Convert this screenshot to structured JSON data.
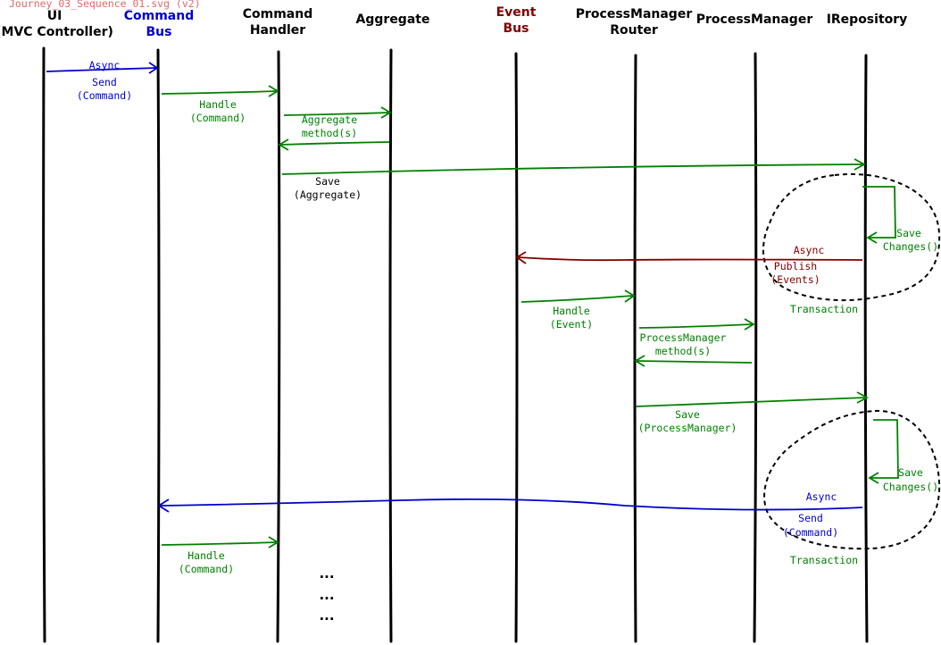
{
  "watermark": "Journey_03_Sequence_01.svg (v2)",
  "colors": {
    "black": "#000000",
    "blue": "#0000cc",
    "green": "#008000",
    "maroon": "#800000"
  },
  "participants": [
    {
      "id": "ui",
      "lines": [
        "UI",
        "(MVC Controller)"
      ],
      "color": "#000000"
    },
    {
      "id": "command-bus",
      "lines": [
        "Command",
        "Bus"
      ],
      "color": "#0000cc"
    },
    {
      "id": "command-handler",
      "lines": [
        "Command",
        "Handler"
      ],
      "color": "#000000"
    },
    {
      "id": "aggregate",
      "lines": [
        "Aggregate"
      ],
      "color": "#000000"
    },
    {
      "id": "event-bus",
      "lines": [
        "Event",
        "Bus"
      ],
      "color": "#800000"
    },
    {
      "id": "process-manager-router",
      "lines": [
        "ProcessManager",
        "Router"
      ],
      "color": "#000000"
    },
    {
      "id": "process-manager",
      "lines": [
        "ProcessManager"
      ],
      "color": "#000000"
    },
    {
      "id": "irepository",
      "lines": [
        "IRepository"
      ],
      "color": "#000000"
    }
  ],
  "messages": [
    {
      "id": "async-send-command-1",
      "from": "ui",
      "to": "command-bus",
      "color": "#0000cc",
      "lines": [
        "Async",
        "Send",
        "(Command)"
      ]
    },
    {
      "id": "handle-command-1",
      "from": "command-bus",
      "to": "command-handler",
      "color": "#008000",
      "lines": [
        "Handle",
        "(Command)"
      ]
    },
    {
      "id": "aggregate-methods-call",
      "from": "command-handler",
      "to": "aggregate",
      "color": "#008000",
      "lines": [
        "Aggregate",
        "method(s)"
      ]
    },
    {
      "id": "aggregate-methods-return",
      "from": "aggregate",
      "to": "command-handler",
      "color": "#008000",
      "lines": []
    },
    {
      "id": "save-aggregate",
      "from": "command-handler",
      "to": "irepository",
      "color": "#008000",
      "lines": [
        "Save",
        "(Aggregate)"
      ]
    },
    {
      "id": "save-changes-1",
      "from": "irepository",
      "to": "irepository",
      "color": "#008000",
      "lines": [
        "Save",
        "Changes()"
      ]
    },
    {
      "id": "async-publish-events",
      "from": "irepository",
      "to": "event-bus",
      "color": "#800000",
      "lines": [
        "Async",
        "Publish",
        "(Events)"
      ]
    },
    {
      "id": "handle-event",
      "from": "event-bus",
      "to": "process-manager-router",
      "color": "#008000",
      "lines": [
        "Handle",
        "(Event)"
      ]
    },
    {
      "id": "pm-methods-call",
      "from": "process-manager-router",
      "to": "process-manager",
      "color": "#008000",
      "lines": [
        "ProcessManager",
        "method(s)"
      ]
    },
    {
      "id": "pm-methods-return",
      "from": "process-manager",
      "to": "process-manager-router",
      "color": "#008000",
      "lines": []
    },
    {
      "id": "save-process-manager",
      "from": "process-manager-router",
      "to": "irepository",
      "color": "#008000",
      "lines": [
        "Save",
        "(ProcessManager)"
      ]
    },
    {
      "id": "save-changes-2",
      "from": "irepository",
      "to": "irepository",
      "color": "#008000",
      "lines": [
        "Save",
        "Changes()"
      ]
    },
    {
      "id": "async-send-command-2",
      "from": "irepository",
      "to": "command-bus",
      "color": "#0000cc",
      "lines": [
        "Async",
        "Send",
        "(Command)"
      ]
    },
    {
      "id": "handle-command-2",
      "from": "command-bus",
      "to": "command-handler",
      "color": "#008000",
      "lines": [
        "Handle",
        "(Command)"
      ]
    }
  ],
  "transactions": [
    {
      "id": "transaction-1",
      "label": "Transaction",
      "color": "#008000"
    },
    {
      "id": "transaction-2",
      "label": "Transaction",
      "color": "#008000"
    }
  ],
  "continuation": [
    "...",
    "...",
    "..."
  ]
}
